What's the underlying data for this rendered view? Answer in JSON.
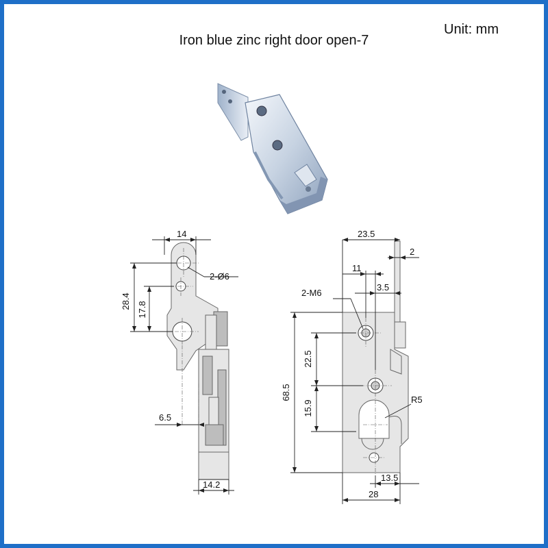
{
  "title": "Iron blue zinc right door open-7",
  "unit": "Unit:  mm",
  "product_photo": {
    "icon": "zinc-latch-photo"
  },
  "side_view": {
    "dims": {
      "width_top": "14",
      "hole_note": "2-Ø6",
      "height_28_4": "28.4",
      "height_17_8": "17.8",
      "offset_6_5": "6.5",
      "width_bottom": "14.2"
    }
  },
  "front_view": {
    "dims": {
      "width_total": "23.5",
      "plate_thickness": "2",
      "hole_offset_11": "11",
      "offset_3_5": "3.5",
      "thread_note": "2-M6",
      "pitch_22_5": "22.5",
      "pitch_15_9": "15.9",
      "height_68_5": "68.5",
      "radius": "R5",
      "width_13_5": "13.5",
      "width_28": "28"
    }
  }
}
